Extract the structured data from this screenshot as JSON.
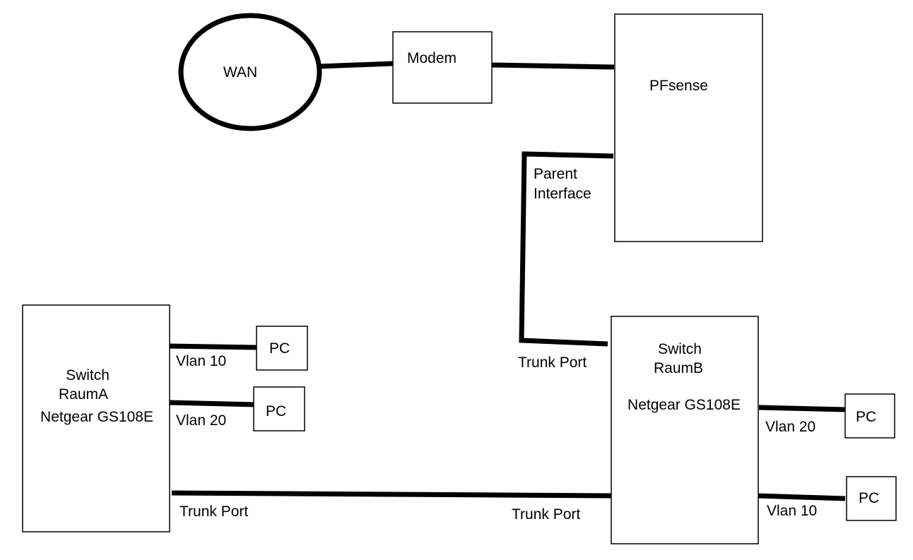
{
  "nodes": {
    "wan": "WAN",
    "modem": "Modem",
    "pfsense": "PFsense",
    "switch_a": {
      "line1": "Switch",
      "line2": "RaumA",
      "line3": "Netgear GS108E"
    },
    "switch_b": {
      "line1": "Switch",
      "line2": "RaumB",
      "line3": "Netgear GS108E"
    },
    "pc_a1": "PC",
    "pc_a2": "PC",
    "pc_b1": "PC",
    "pc_b2": "PC"
  },
  "labels": {
    "parent_interface_line1": "Parent",
    "parent_interface_line2": "Interface",
    "trunk_port_pf_to_b": "Trunk Port",
    "vlan10_a": "Vlan 10",
    "vlan20_a": "Vlan 20",
    "trunk_port_a": "Trunk Port",
    "trunk_port_b": "Trunk Port",
    "vlan20_b": "Vlan 20",
    "vlan10_b": "Vlan 10"
  }
}
